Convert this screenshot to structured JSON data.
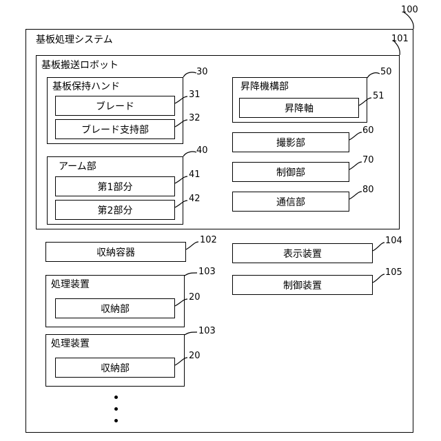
{
  "system": {
    "title": "基板処理システム",
    "ref": "100"
  },
  "robot": {
    "title": "基板搬送ロボット",
    "ref": "101",
    "hand": {
      "title": "基板保持ハンド",
      "ref": "30",
      "blade": {
        "label": "ブレード",
        "ref": "31"
      },
      "blade_support": {
        "label": "ブレード支持部",
        "ref": "32"
      }
    },
    "arm": {
      "title": "アーム部",
      "ref": "40",
      "part1": {
        "label": "第1部分",
        "ref": "41"
      },
      "part2": {
        "label": "第2部分",
        "ref": "42"
      }
    },
    "lift": {
      "title": "昇降機構部",
      "ref": "50",
      "shaft": {
        "label": "昇降軸",
        "ref": "51"
      }
    },
    "camera": {
      "label": "撮影部",
      "ref": "60"
    },
    "control": {
      "label": "制御部",
      "ref": "70"
    },
    "comm": {
      "label": "通信部",
      "ref": "80"
    }
  },
  "container": {
    "label": "収納容器",
    "ref": "102"
  },
  "display": {
    "label": "表示装置",
    "ref": "104"
  },
  "controller": {
    "label": "制御装置",
    "ref": "105"
  },
  "processors": [
    {
      "title": "処理装置",
      "ref": "103",
      "storage": {
        "label": "収納部",
        "ref": "20"
      }
    },
    {
      "title": "処理装置",
      "ref": "103",
      "storage": {
        "label": "収納部",
        "ref": "20"
      }
    }
  ],
  "ellipsis": "⋮"
}
